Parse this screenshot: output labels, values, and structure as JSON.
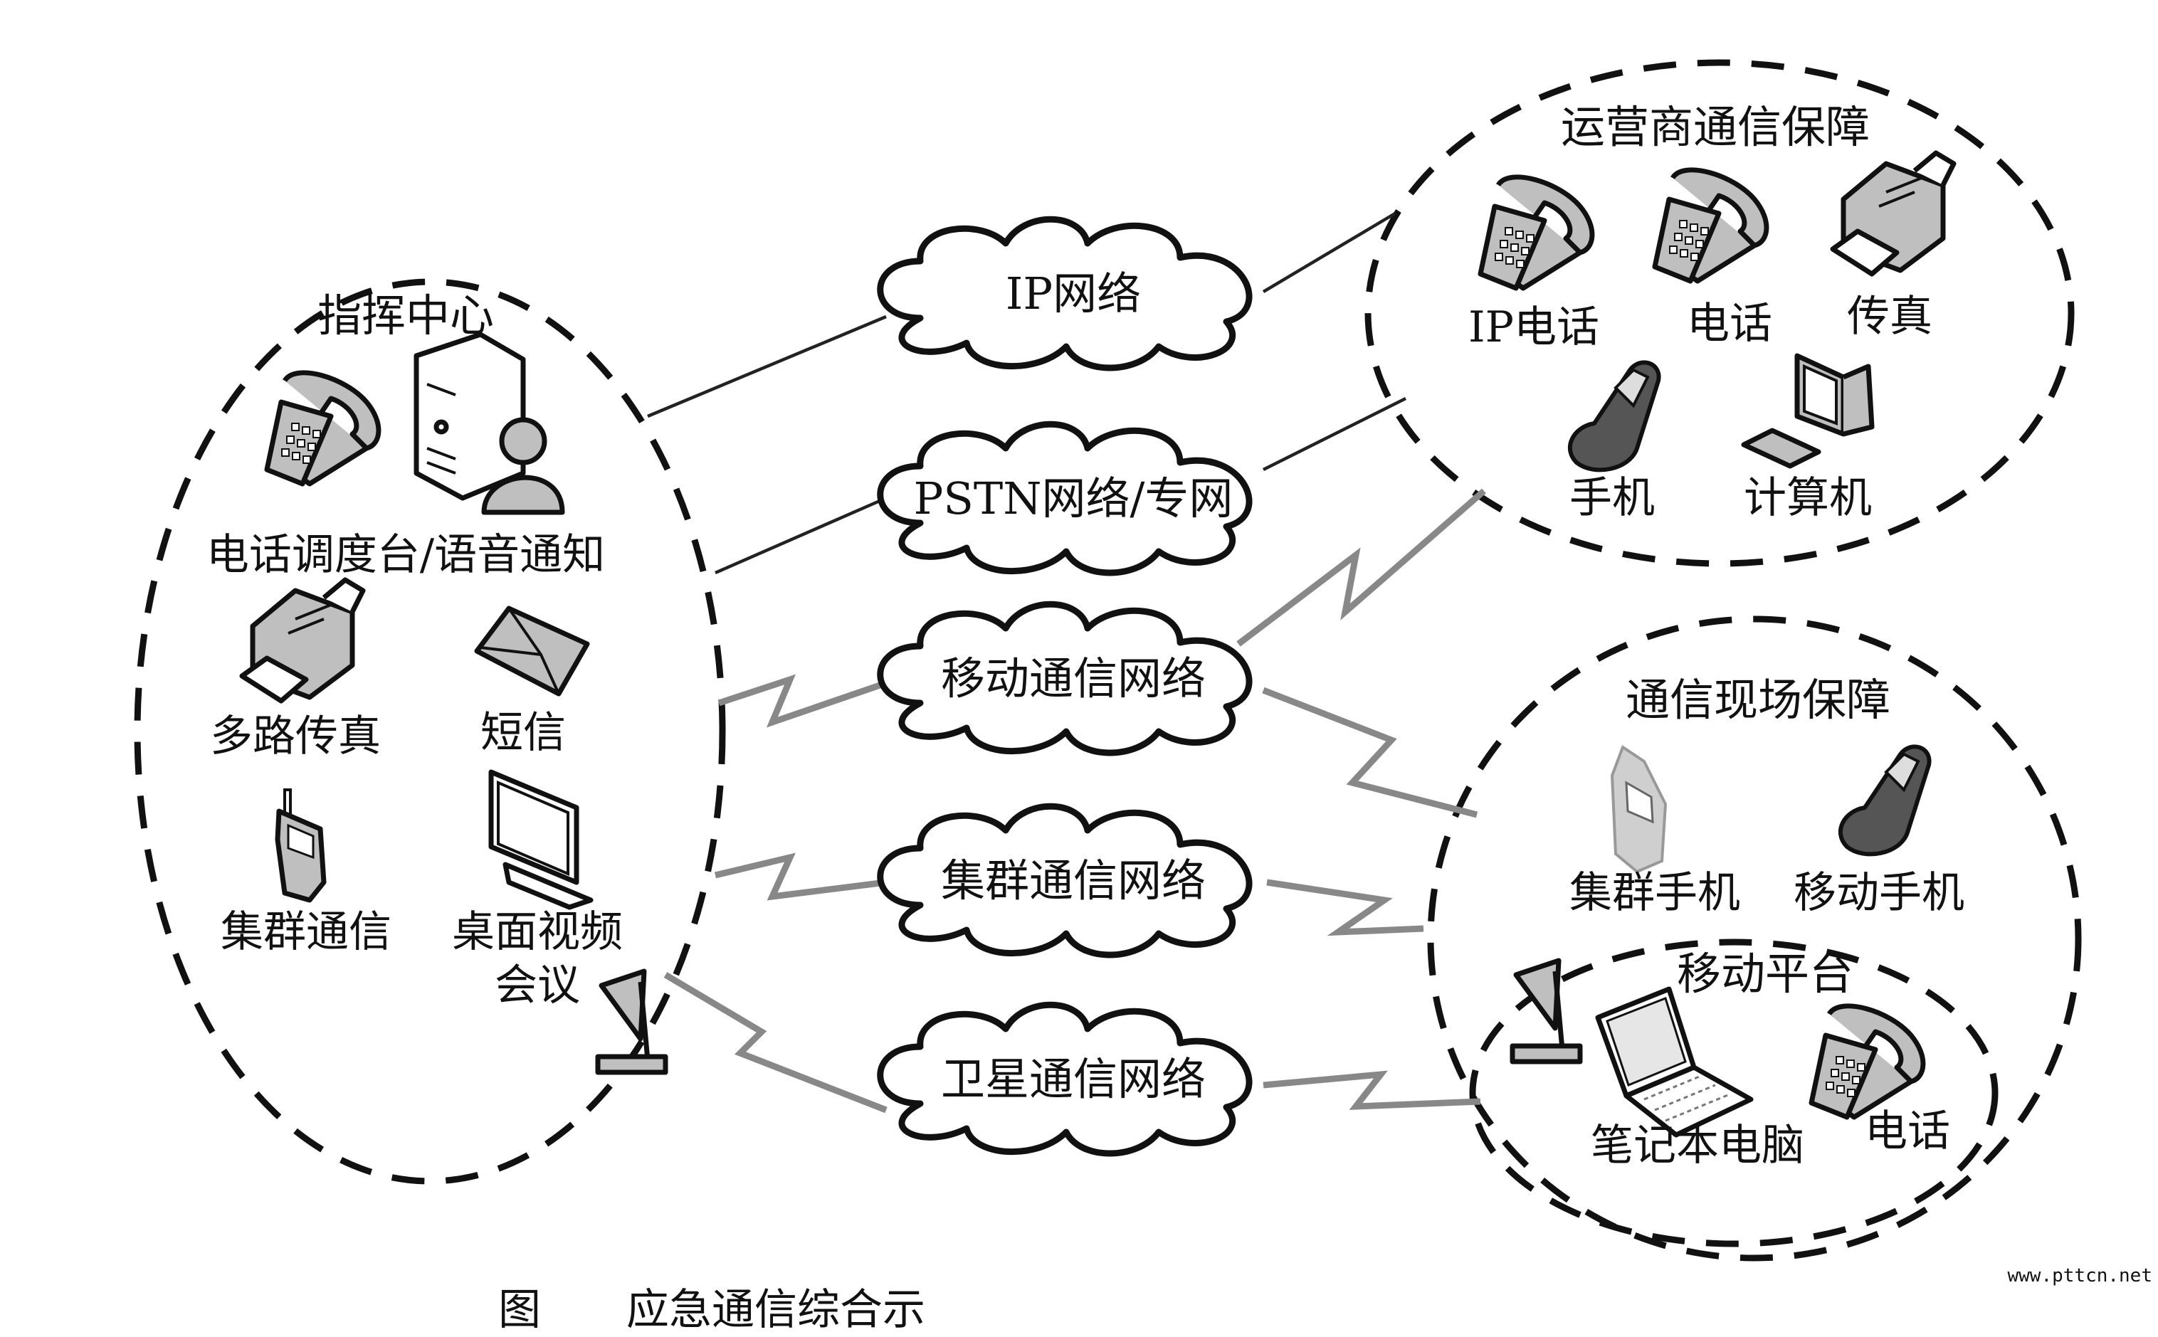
{
  "networks": [
    {
      "id": "ip",
      "label": "IP网络"
    },
    {
      "id": "pstn",
      "label": "PSTN网络/专网"
    },
    {
      "id": "mobile",
      "label": "移动通信网络"
    },
    {
      "id": "trunk",
      "label": "集群通信网络"
    },
    {
      "id": "satellite",
      "label": "卫星通信网络"
    }
  ],
  "command_center": {
    "title": "指挥中心",
    "items": [
      {
        "label": "电话调度台/语音通知",
        "icon": "phone-server-user-icon"
      },
      {
        "label": "多路传真",
        "icon": "fax-icon"
      },
      {
        "label": "短信",
        "icon": "envelope-icon"
      },
      {
        "label": "集群通信",
        "icon": "handset-icon"
      },
      {
        "label_line1": "桌面视频",
        "label_line2": "会议",
        "icon": "monitor-icon"
      }
    ],
    "extra_icon": "satellite-dish-icon"
  },
  "operator": {
    "title": "运营商通信保障",
    "items": [
      {
        "label": "IP电话",
        "icon": "desk-phone-icon"
      },
      {
        "label": "电话",
        "icon": "desk-phone-icon"
      },
      {
        "label": "传真",
        "icon": "fax-icon"
      },
      {
        "label": "手机",
        "icon": "mobile-phone-icon"
      },
      {
        "label": "计算机",
        "icon": "computer-icon"
      }
    ]
  },
  "field": {
    "title": "通信现场保障",
    "items": [
      {
        "label": "集群手机",
        "icon": "trunk-handset-icon"
      },
      {
        "label": "移动手机",
        "icon": "mobile-phone-icon"
      }
    ],
    "platform": {
      "title": "移动平台",
      "items": [
        {
          "label": "笔记本电脑",
          "icon": "laptop-icon"
        },
        {
          "label": "电话",
          "icon": "desk-phone-icon"
        }
      ],
      "extra_icon": "satellite-dish-icon"
    }
  },
  "caption": "图　　应急通信综合示",
  "watermark": "www.pttcn.net"
}
